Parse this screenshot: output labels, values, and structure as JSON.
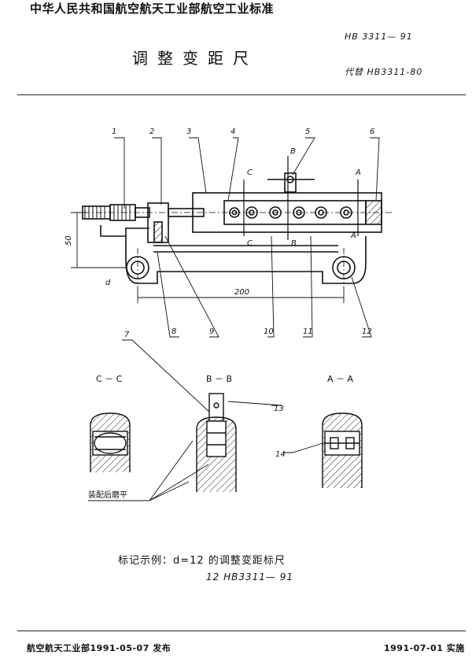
{
  "header": {
    "org_line": "中华人民共和国航空航天工业部航空工业标准",
    "title": "调整变距尺",
    "std_number": "HB 3311— 91",
    "replaces": "代替 HB3311-80"
  },
  "drawing": {
    "callouts": [
      "1",
      "2",
      "3",
      "4",
      "5",
      "6",
      "7",
      "8",
      "9",
      "10",
      "11",
      "12",
      "13",
      "14"
    ],
    "section_marks": {
      "c": "C",
      "b": "B",
      "a": "A"
    },
    "dimensions": {
      "height": "50",
      "length": "200",
      "diameter": "d"
    },
    "section_titles": {
      "cc": "C － C",
      "bb": "B － B",
      "aa": "A － A"
    },
    "note": "装配后磨平"
  },
  "marking": {
    "example": "标记示例：d=12 的调整变距标尺",
    "code": "12   HB3311— 91"
  },
  "footer": {
    "issued": "航空航天工业部1991-05-07 发布",
    "effective": "1991-07-01 实施"
  }
}
